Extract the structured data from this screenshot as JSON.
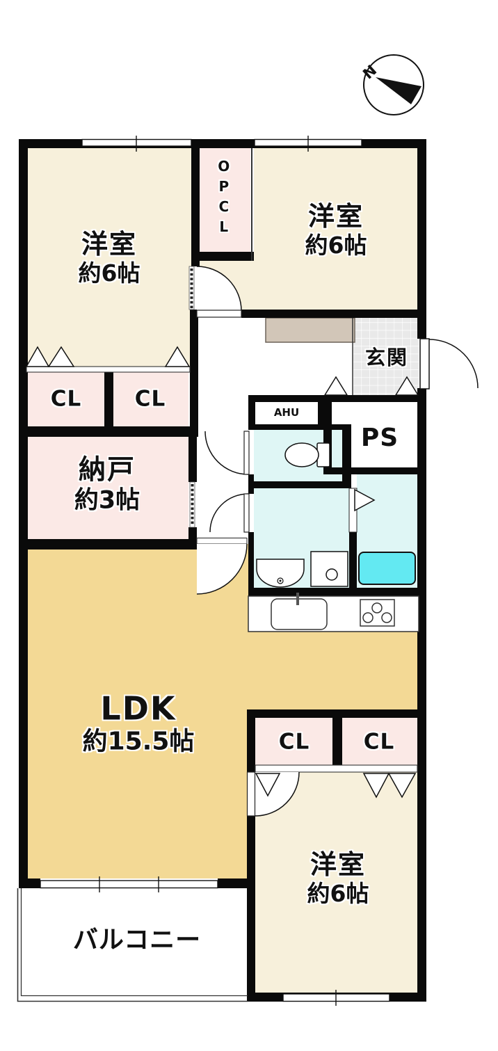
{
  "compass_label": "N",
  "rooms": {
    "bedroom_nw": {
      "name": "洋室",
      "area": "約6帖"
    },
    "bedroom_ne": {
      "name": "洋室",
      "area": "約6帖"
    },
    "bedroom_se": {
      "name": "洋室",
      "area": "約6帖"
    },
    "ldk": {
      "name": "LDK",
      "area": "約15.5帖"
    },
    "storage": {
      "name": "納戸",
      "area": "約3帖"
    },
    "entrance": {
      "name": "玄関"
    },
    "balcony": {
      "name": "バルコニー"
    },
    "opcl": {
      "name": "OPCL"
    },
    "pipe_space": {
      "name": "PS"
    },
    "ahu": {
      "name": "AHU"
    }
  },
  "closets": [
    "CL",
    "CL",
    "CL",
    "CL"
  ],
  "colors": {
    "wall": "#0a0a0a",
    "bedroom": "#f7f0db",
    "closet": "#fbe9e6",
    "ldk": "#f3d995",
    "wet_area": "#dff6f5",
    "bathtub": "#63e9f2",
    "entrance_tile": "#e9e9e9",
    "shoe_cabinet": "#d2c6b8",
    "fixture": "#ffffff"
  }
}
